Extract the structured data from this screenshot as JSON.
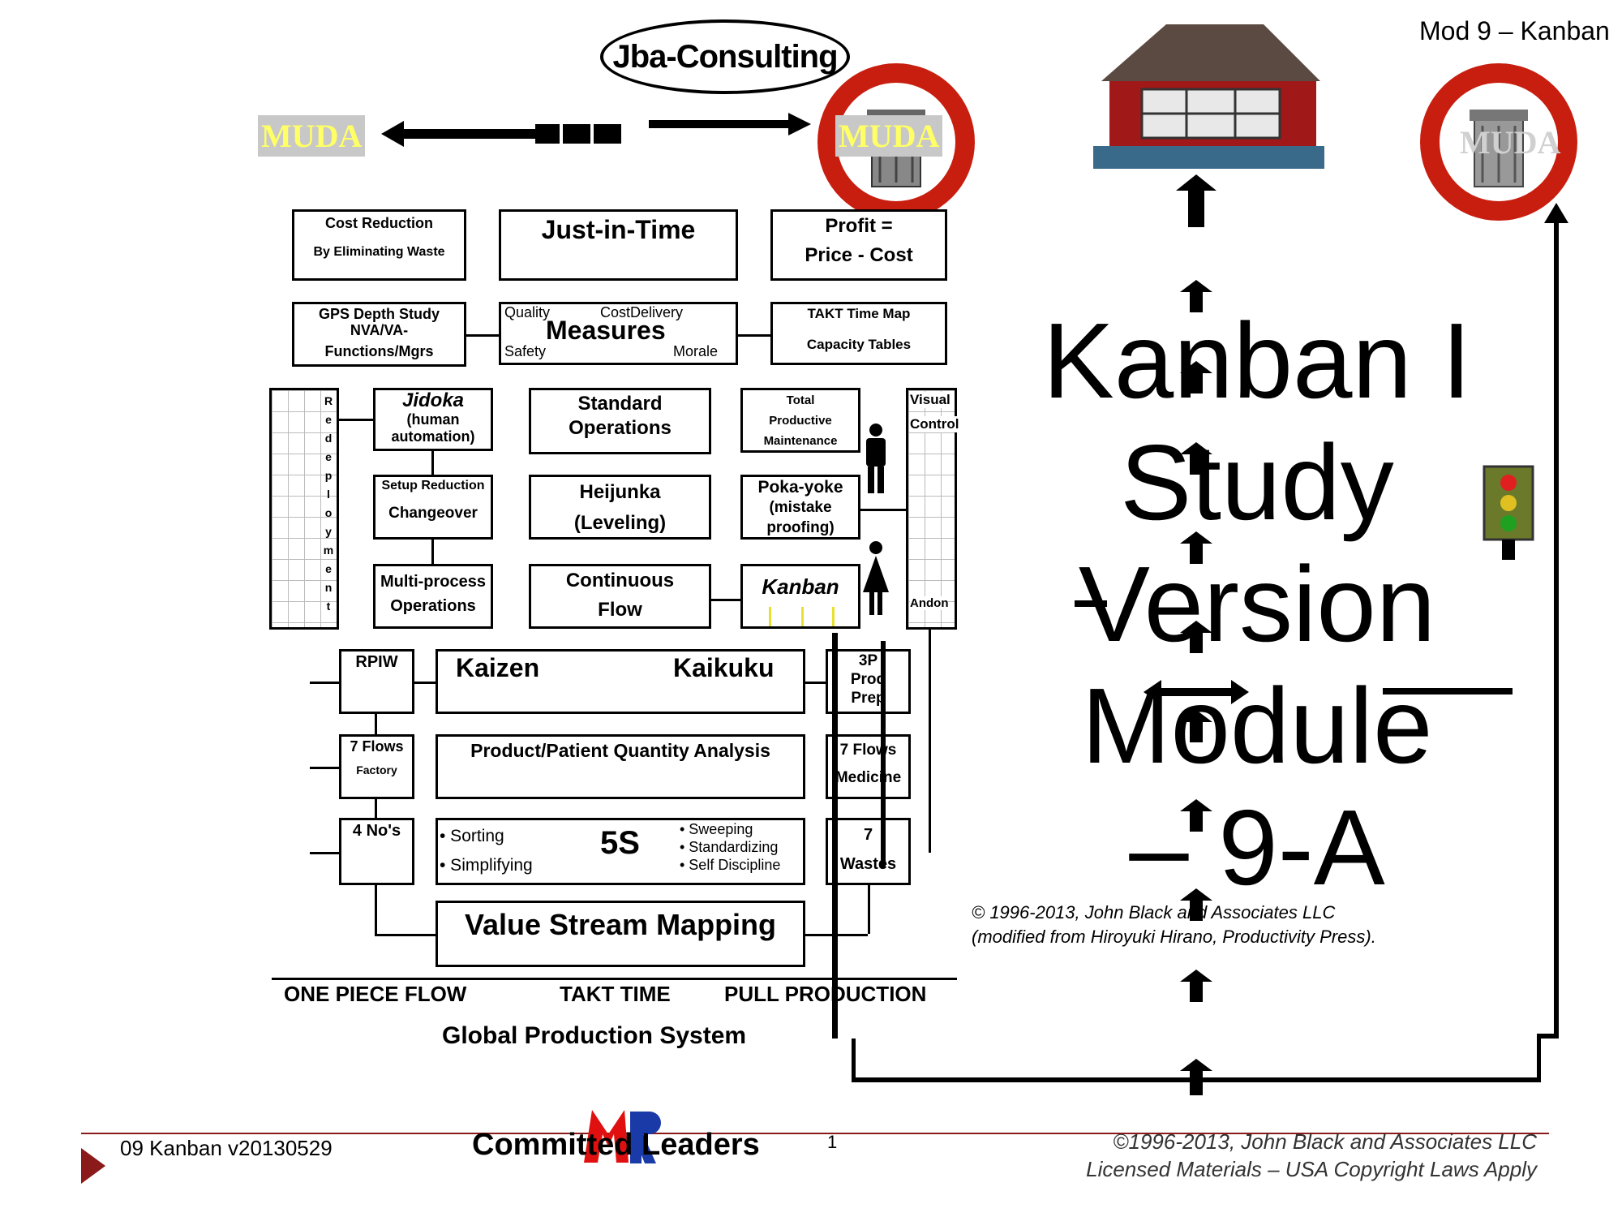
{
  "header": {
    "module_label": "Mod 9 – Kanban",
    "logo_text": "Jba-Consulting"
  },
  "muda": {
    "left_label": "MUDA",
    "center_label": "MUDA",
    "right_label": "MUDA"
  },
  "slide_title": {
    "line1": "Kanban I Study",
    "line2": "Version Module",
    "line3": "– 9-A"
  },
  "house": {
    "top": {
      "cost_reduction": [
        "Cost Reduction",
        "By Eliminating Waste"
      ],
      "jit": "Just-in-Time",
      "profit": [
        "Profit =",
        "Price - Cost"
      ]
    },
    "second": {
      "gps": [
        "GPS Depth Study",
        "NVA/VA-",
        "Functions/Mgrs"
      ],
      "measures_title": "Measures",
      "measures_quality": "Quality",
      "measures_cost_delivery": "CostDelivery",
      "measures_safety": "Safety",
      "measures_morale": "Morale",
      "takt": [
        "TAKT Time Map",
        "Capacity Tables"
      ]
    },
    "redeployment_letters": [
      "R",
      "e",
      "d",
      "e",
      "p",
      "l",
      "o",
      "y",
      "m",
      "e",
      "n",
      "t"
    ],
    "jidoka": [
      "Jidoka",
      "(human",
      "automation)"
    ],
    "setup": [
      "Setup Reduction",
      "Changeover"
    ],
    "multiprocess": [
      "Multi-process",
      "Operations"
    ],
    "standard_ops": [
      "Standard",
      "Operations"
    ],
    "heijunka": [
      "Heijunka",
      "(Leveling)"
    ],
    "continuous_flow": [
      "Continuous",
      "Flow"
    ],
    "tpm": [
      "Total",
      "Productive",
      "Maintenance"
    ],
    "pokayoke": [
      "Poka-yoke",
      "(mistake",
      "proofing)"
    ],
    "kanban": "Kanban",
    "visual_control": [
      "Visual",
      "Control"
    ],
    "andon": "Andon",
    "rpiw": "RPIW",
    "kaizen": "Kaizen",
    "kaikuku": "Kaikuku",
    "threep": [
      "3P",
      "Prod",
      "Prep"
    ],
    "seven_flows_factory": [
      "7 Flows",
      "Factory"
    ],
    "ppqa": "Product/Patient Quantity Analysis",
    "seven_flows_medicine": [
      "7 Flows",
      "Medicine"
    ],
    "four_nos": "4 No's",
    "fives_title": "5S",
    "fives_left": [
      "• Sorting",
      "• Simplifying"
    ],
    "fives_right": [
      "• Sweeping",
      "• Standardizing",
      "• Self Discipline"
    ],
    "seven_wastes": [
      "7",
      "Wastes"
    ],
    "vsm": "Value Stream Mapping",
    "foundation": [
      "ONE PIECE FLOW",
      "TAKT TIME",
      "PULL PRODUCTION"
    ],
    "system_name": "Global Production System"
  },
  "copyright_note": [
    "© 1996-2013, John Black and Associates LLC",
    "(modified from Hiroyuki Hirano, Productivity Press)."
  ],
  "footer": {
    "version": "09 Kanban v20130529",
    "tagline": "Committed Leaders",
    "page": "1",
    "copyright1": "©1996-2013, John Black and Associates LLC",
    "copyright2": "Licensed Materials – USA Copyright Laws Apply"
  },
  "colors": {
    "no_sign_red": "#c81e0f",
    "footer_rule": "#8b1a1a",
    "house_wall": "#a01818",
    "house_roof": "#5a4a42",
    "house_base": "#3a6a8a",
    "muda_text": "#ffff66",
    "logo_red": "#e01010",
    "logo_blue": "#1a3aa8"
  }
}
